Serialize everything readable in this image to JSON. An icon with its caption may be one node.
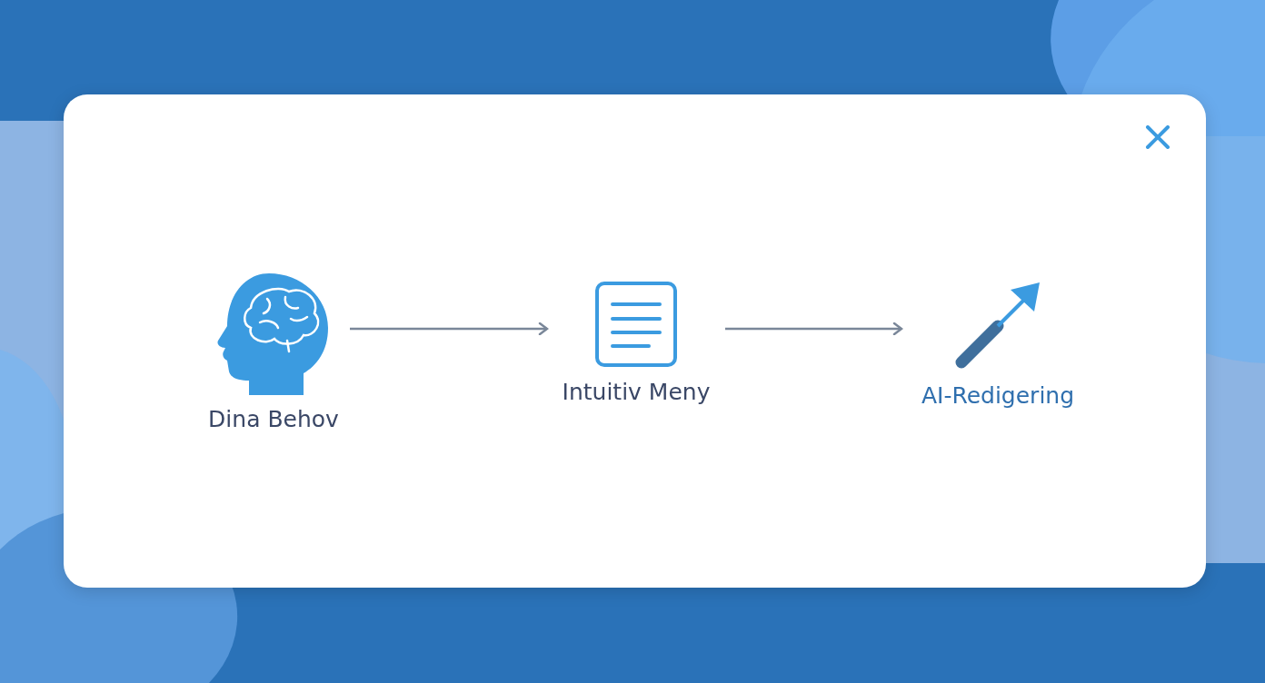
{
  "diagram": {
    "nodes": [
      {
        "text": [
          "Dina Behov"
        ]
      },
      {
        "text": [
          "Intuitiv Meny"
        ]
      },
      {
        "text": [
          "AI-Redigering"
        ]
      }
    ],
    "edges": [
      {
        "from": 0,
        "to": 1,
        "arrow": "to"
      },
      {
        "from": 1,
        "to": 2,
        "arrow": "to"
      }
    ]
  }
}
